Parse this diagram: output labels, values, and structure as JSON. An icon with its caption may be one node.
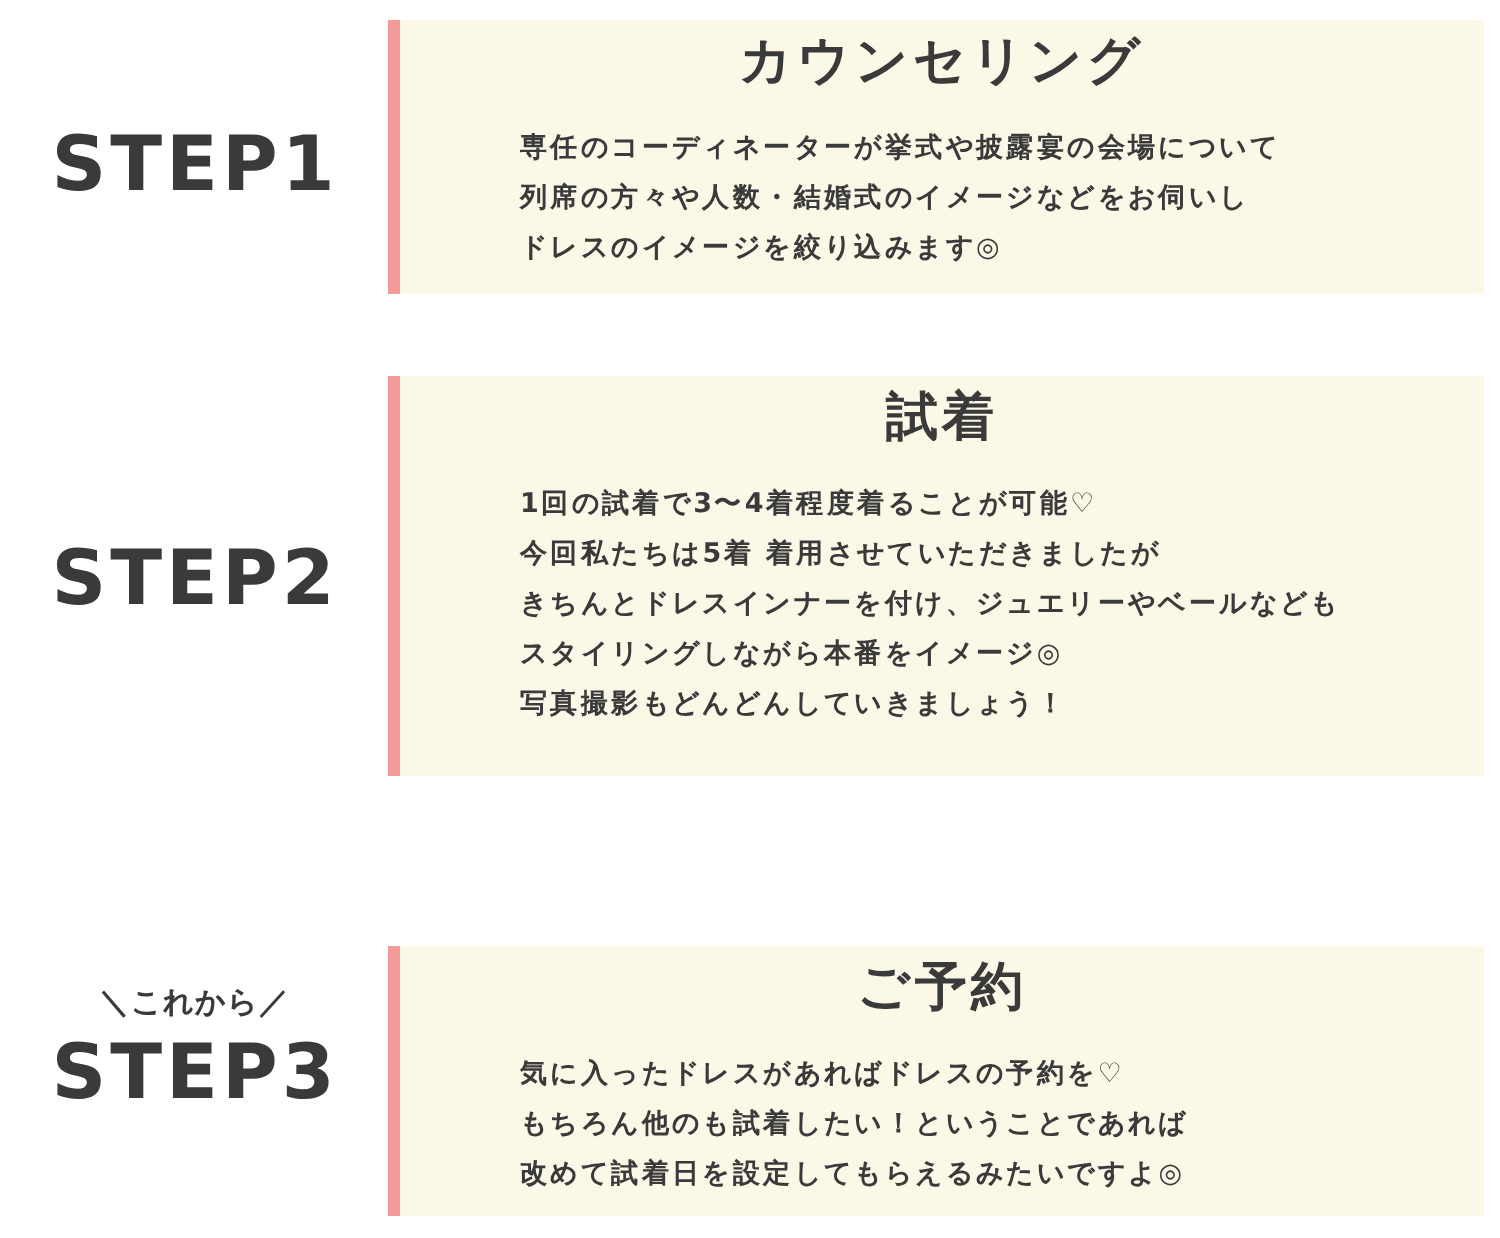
{
  "diagram": {
    "nodes": [
      {
        "text": [
          "カウンセリング",
          "専任のコーディネーターが挙式や披露宴の会場について",
          "列席の方々や人数・結婚式のイメージなどをお伺いし",
          "ドレスのイメージを絞り込みます◎"
        ],
        "beside": [
          "STEP1"
        ]
      },
      {
        "text": [
          "試着",
          "1回の試着で3〜4着程度着ることが可能♡",
          "今回私たちは5着 着用させていただきましたが",
          "きちんとドレスインナーを付け、ジュエリーやベールなども",
          "スタイリングしながら本番をイメージ◎",
          "写真撮影もどんどんしていきましょう！"
        ],
        "beside": [
          "STEP2"
        ]
      },
      {
        "text": [
          "ご予約",
          "気に入ったドレスがあればドレスの予約を♡",
          "もちろん他のも試着したい！ということであれば",
          "改めて試着日を設定してもらえるみたいですよ◎"
        ],
        "beside": [
          "＼これから／",
          "STEP3"
        ]
      }
    ]
  }
}
